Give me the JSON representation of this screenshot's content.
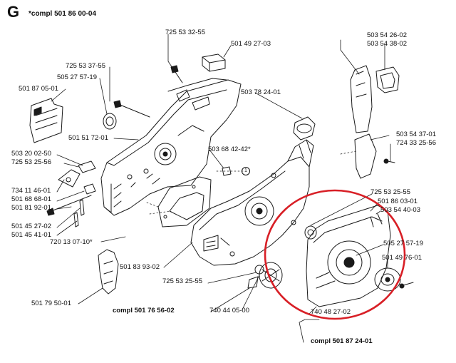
{
  "section": {
    "letter": "G",
    "complete_assembly": "*compl 501 86 00-04"
  },
  "callout": {
    "number": "1"
  },
  "highlight_color": "#d81f26",
  "labels": [
    {
      "text": "725 53 32-55"
    },
    {
      "text": "501 49 27-03"
    },
    {
      "text": "503 54 26-02"
    },
    {
      "text": "503 54 38-02"
    },
    {
      "text": "725 53 37-55"
    },
    {
      "text": "505 27 57-19"
    },
    {
      "text": "501 87 05-01"
    },
    {
      "text": "503 78 24-01"
    },
    {
      "text": "501 51 72-01"
    },
    {
      "text": "503 54 37-01"
    },
    {
      "text": "724 33 25-56"
    },
    {
      "text": "503 20 02-50"
    },
    {
      "text": "725 53 25-56"
    },
    {
      "text": "503 68 42-42*"
    },
    {
      "text": "734 11 46-01"
    },
    {
      "text": "501 68 68-01"
    },
    {
      "text": "501 81 92-01"
    },
    {
      "text": "725 53 25-55"
    },
    {
      "text": "501 86 03-01"
    },
    {
      "text": "503 54 40-03"
    },
    {
      "text": "501 45 27-02"
    },
    {
      "text": "501 45 41-01"
    },
    {
      "text": "720 13 07-10*"
    },
    {
      "text": "505 27 57-19"
    },
    {
      "text": "501 83 93-02"
    },
    {
      "text": "501 49 76-01"
    },
    {
      "text": "725 53 25-55"
    },
    {
      "text": "501 79 50-01"
    },
    {
      "text": "compl 501 76 56-02"
    },
    {
      "text": "740 44 05-00"
    },
    {
      "text": "740 48 27-02"
    },
    {
      "text": "compl 501 87 24-01"
    }
  ]
}
